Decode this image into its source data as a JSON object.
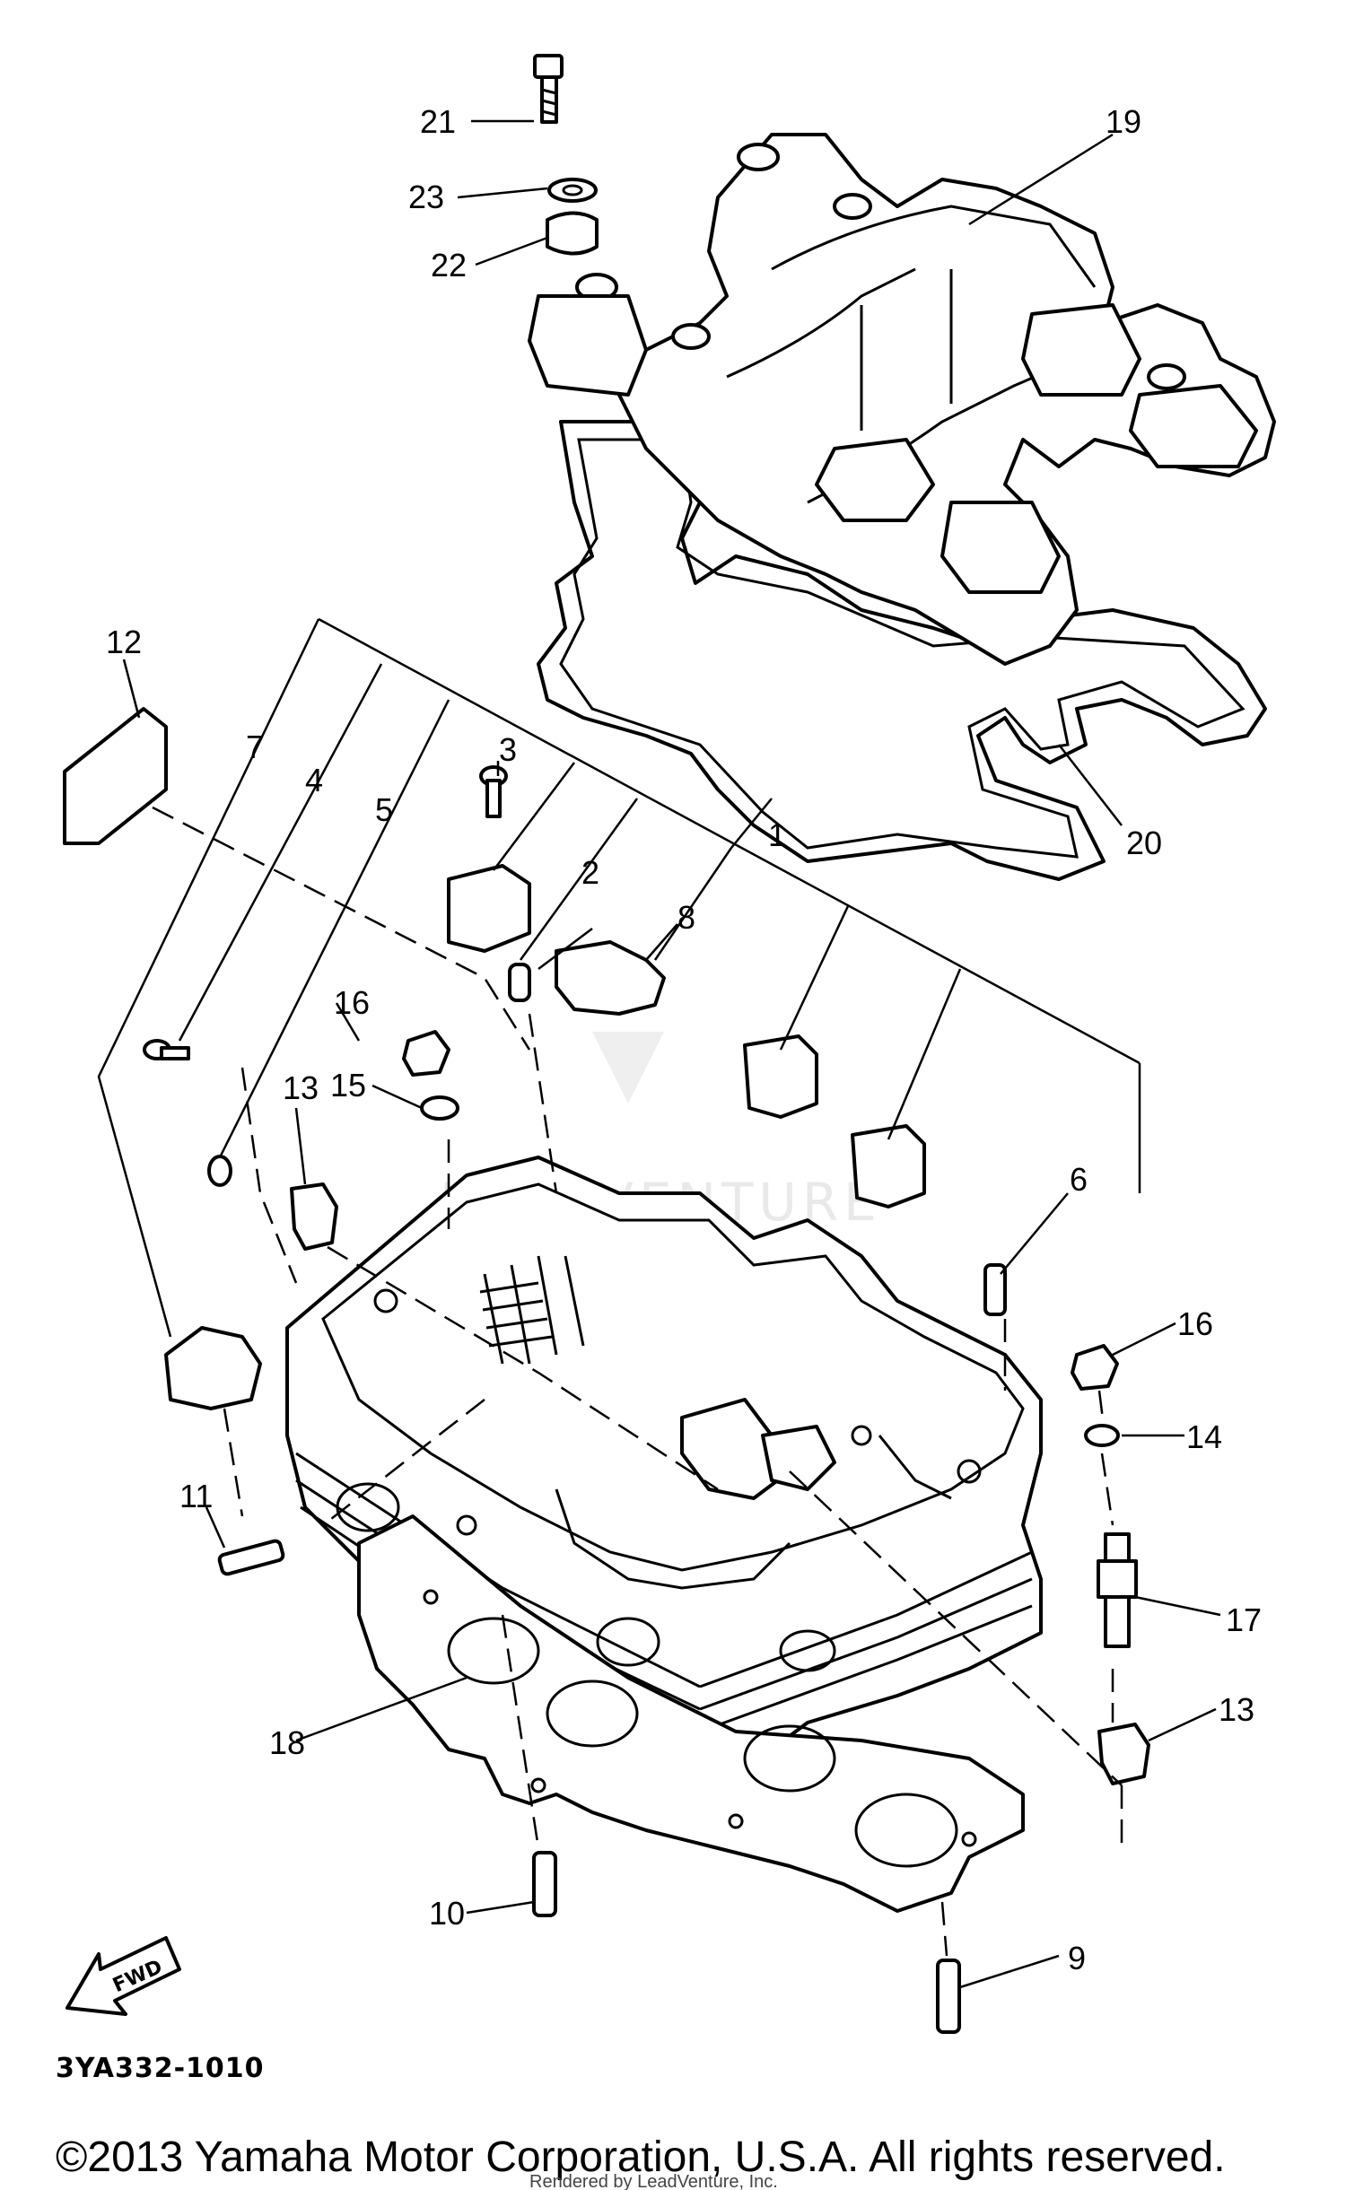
{
  "diagram": {
    "callouts": {
      "c1": "1",
      "c2": "2",
      "c3": "3",
      "c4": "4",
      "c5": "5",
      "c6": "6",
      "c7": "7",
      "c8": "8",
      "c9": "9",
      "c10": "10",
      "c11": "11",
      "c12": "12",
      "c13a": "13",
      "c13b": "13",
      "c14": "14",
      "c15": "15",
      "c16a": "16",
      "c16b": "16",
      "c17": "17",
      "c18": "18",
      "c19": "19",
      "c20": "20",
      "c21": "21",
      "c22": "22",
      "c23": "23"
    },
    "fwd_label": "FWD",
    "part_code": "3YA332-1010",
    "watermark": "LEADVENTURE",
    "credit": "Rendered by LeadVenture, Inc."
  },
  "footer": {
    "copyright": "©2013 Yamaha Motor Corporation, U.S.A. All rights reserved."
  }
}
